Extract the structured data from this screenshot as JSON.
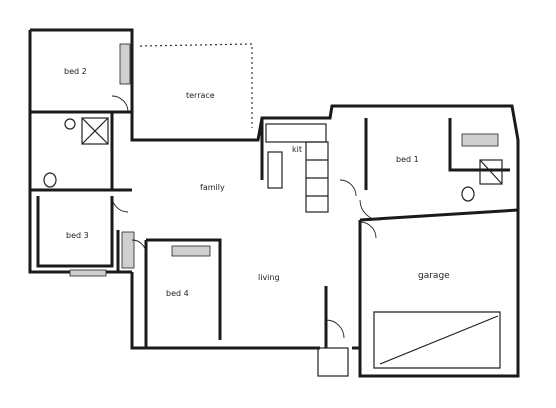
{
  "rooms": {
    "bed_2": "bed 2",
    "bed_1": "bed 1",
    "bed_3": "bed 3",
    "bed_4": "bed 4",
    "garage": "garage",
    "family": "family",
    "living": "living",
    "kitchen": "kit",
    "terrace": "terrace"
  },
  "icons": {
    "shower": "shower-icon",
    "toilet": "toilet-icon",
    "car": "car-outline-icon"
  }
}
